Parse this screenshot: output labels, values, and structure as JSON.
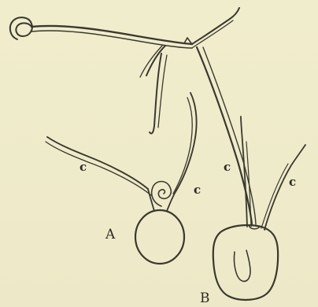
{
  "figure": {
    "labels": {
      "c_left": "c",
      "c_mid": "c",
      "c_right_inner": "c",
      "c_right_outer": "c",
      "A": "A",
      "B": "B"
    }
  }
}
